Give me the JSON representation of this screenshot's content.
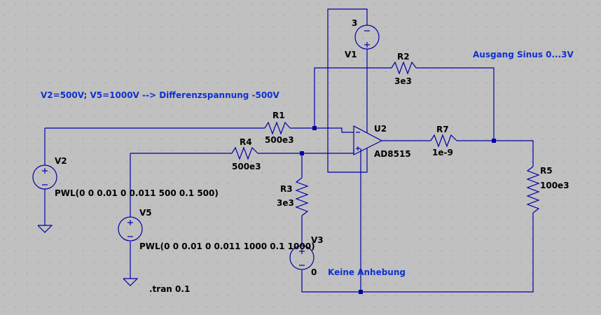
{
  "colors": {
    "background": "#c0c0c0",
    "wire": "#0000a8",
    "label_text": "#000000",
    "comment_text": "#1030d0",
    "grid_dot": "#808080"
  },
  "comments": {
    "note": "V2=500V; V5=1000V --> Differenzspannung -500V",
    "output": "Ausgang Sinus 0...3V",
    "v3_note": "Keine Anhebung",
    "directive": ".tran 0.1"
  },
  "components": {
    "V1": {
      "name": "V1",
      "value": "3"
    },
    "R2": {
      "name": "R2",
      "value": "3e3"
    },
    "R1": {
      "name": "R1",
      "value": "500e3"
    },
    "U2": {
      "name": "U2",
      "value": "AD8515"
    },
    "R7": {
      "name": "R7",
      "value": "1e-9"
    },
    "R4": {
      "name": "R4",
      "value": "500e3"
    },
    "V2": {
      "name": "V2",
      "value": "PWL(0 0 0.01 0 0.011 500 0.1 500)"
    },
    "R5": {
      "name": "R5",
      "value": "100e3"
    },
    "R3": {
      "name": "R3",
      "value": "3e3"
    },
    "V5": {
      "name": "V5",
      "value": "PWL(0 0 0.01 0 0.011 1000 0.1 1000)"
    },
    "V3": {
      "name": "V3",
      "value": "0"
    }
  },
  "icons": [
    "ground-icon",
    "voltage-source-icon",
    "resistor-icon",
    "opamp-icon",
    "junction-dot-icon"
  ]
}
